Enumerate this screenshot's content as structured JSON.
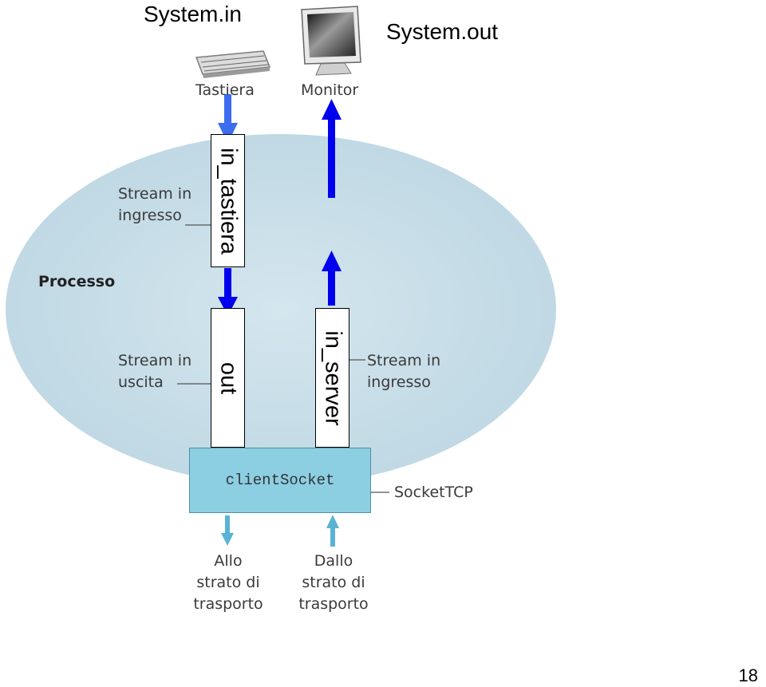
{
  "title_in": "System.in",
  "title_out": "System.out",
  "devices": {
    "keyboard": "Tastiera",
    "monitor": "Monitor"
  },
  "process_label": "Processo",
  "streams": {
    "in_tastiera": "in_tastiera",
    "out": "out",
    "in_server": "in_server"
  },
  "annotations": {
    "input_stream_top": "Stream in\ningresso",
    "output_stream": "Stream in\nuscita",
    "input_stream_right": "Stream in\ningresso",
    "socket_type": "SocketTCP"
  },
  "socket_name": "clientSocket",
  "transport": {
    "to": "Allo\nstrato di\ntrasporto",
    "from": "Dallo\nstrato di\ntrasporto"
  },
  "page_number": "18",
  "colors": {
    "process_fill": "#c5dde7",
    "socket_fill": "#8ccfe3",
    "arrow_blue": "#0000ee",
    "arrow_light": "#3c6cf0"
  }
}
